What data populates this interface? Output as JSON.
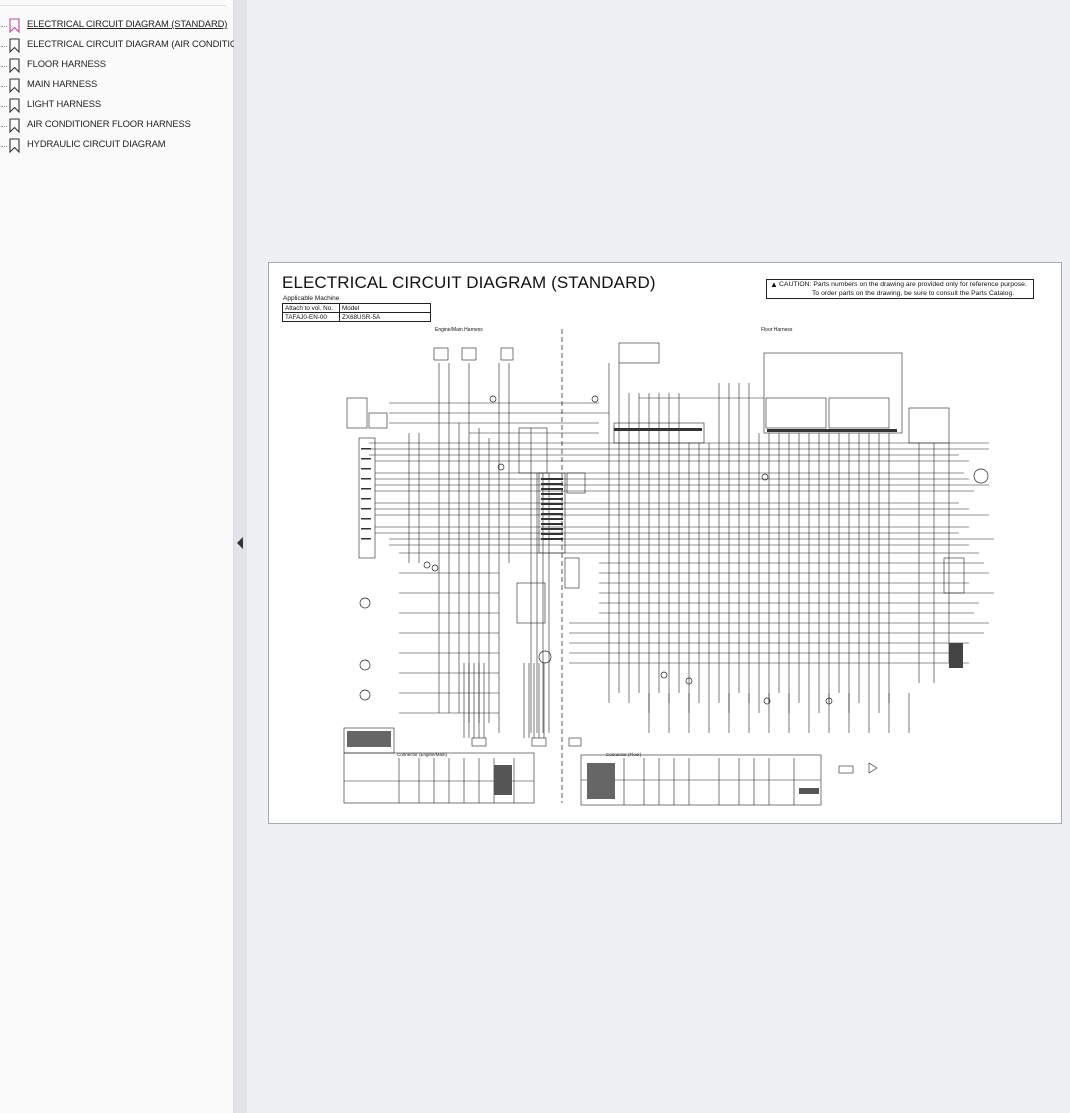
{
  "sidebar": {
    "bookmarks": [
      {
        "label": "ELECTRICAL CIRCUIT DIAGRAM (STANDARD)",
        "active": true
      },
      {
        "label": "ELECTRICAL CIRCUIT DIAGRAM (AIR CONDITIONER)",
        "active": false
      },
      {
        "label": "FLOOR HARNESS",
        "active": false
      },
      {
        "label": "MAIN HARNESS",
        "active": false
      },
      {
        "label": "LIGHT HARNESS",
        "active": false
      },
      {
        "label": "AIR CONDITIONER FLOOR HARNESS",
        "active": false
      },
      {
        "label": "HYDRAULIC CIRCUIT DIAGRAM",
        "active": false
      }
    ]
  },
  "page": {
    "title": "ELECTRICAL CIRCUIT DIAGRAM (STANDARD)",
    "caution_line1": "CAUTION: Parts numbers on the drawing are provided only for reference purpose.",
    "caution_line2": "To order parts on the drawing, be sure to consult the Parts Catalog.",
    "applicable_machine": "Applicable Machine",
    "table": {
      "h1": "Attach to vol. No.",
      "h2": "Model",
      "v1": "TAFAJ0-EN-00",
      "v2": "ZX68USR-5A"
    },
    "section_left": "Engine/Main Harness",
    "section_right": "Floor Harness",
    "connector_left": "Connector (Engine/Main)",
    "connector_right": "Connector (Floor)"
  },
  "colors": {
    "active_bookmark": "#c0449a",
    "bookmark": "#333333",
    "panel_bg": "#fbfbfc",
    "viewer_bg": "#eff0f3"
  },
  "icons": {
    "bookmark": "bookmark-icon",
    "collapse": "collapse-left-icon",
    "caution": "warning-icon"
  }
}
